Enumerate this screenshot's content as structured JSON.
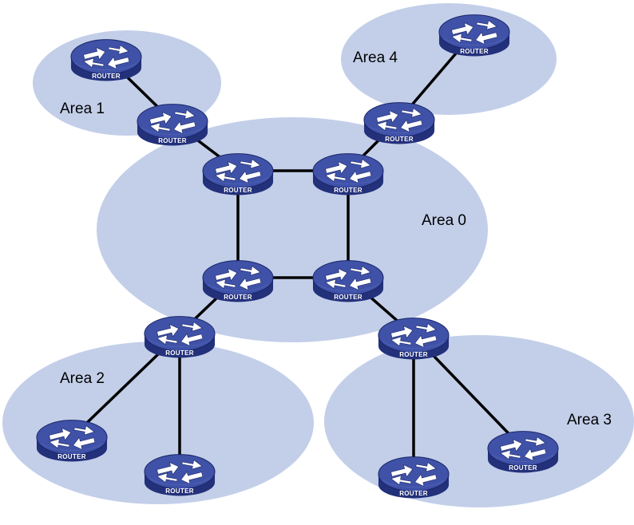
{
  "colors": {
    "area_fill": "#c3cfe9",
    "router_top": "#3f52a8",
    "router_side": "#23307a",
    "router_edge": "#1a2566",
    "arrow": "#ffffff",
    "link": "#000000"
  },
  "router_icon": "router-icon",
  "router_label": "ROUTER",
  "areas": [
    {
      "id": "area-0",
      "label": "Area 0"
    },
    {
      "id": "area-1",
      "label": "Area 1"
    },
    {
      "id": "area-2",
      "label": "Area 2"
    },
    {
      "id": "area-3",
      "label": "Area 3"
    },
    {
      "id": "area-4",
      "label": "Area 4"
    }
  ],
  "routers": [
    {
      "id": "r-area1-internal"
    },
    {
      "id": "r-abr-area1"
    },
    {
      "id": "r-bb-top-left"
    },
    {
      "id": "r-bb-top-right"
    },
    {
      "id": "r-abr-area4"
    },
    {
      "id": "r-area4-internal"
    },
    {
      "id": "r-bb-bottom-left"
    },
    {
      "id": "r-bb-bottom-right"
    },
    {
      "id": "r-abr-area2"
    },
    {
      "id": "r-area2-internal-left"
    },
    {
      "id": "r-area2-internal-bottom"
    },
    {
      "id": "r-abr-area3"
    },
    {
      "id": "r-area3-internal-bottom"
    },
    {
      "id": "r-area3-internal-right"
    }
  ],
  "links": [
    [
      "r-area1-internal",
      "r-abr-area1"
    ],
    [
      "r-abr-area1",
      "r-bb-top-left"
    ],
    [
      "r-bb-top-left",
      "r-bb-top-right"
    ],
    [
      "r-bb-top-right",
      "r-abr-area4"
    ],
    [
      "r-abr-area4",
      "r-area4-internal"
    ],
    [
      "r-bb-top-left",
      "r-bb-bottom-left"
    ],
    [
      "r-bb-top-right",
      "r-bb-bottom-right"
    ],
    [
      "r-bb-bottom-left",
      "r-bb-bottom-right"
    ],
    [
      "r-bb-bottom-left",
      "r-abr-area2"
    ],
    [
      "r-abr-area2",
      "r-area2-internal-left"
    ],
    [
      "r-abr-area2",
      "r-area2-internal-bottom"
    ],
    [
      "r-bb-bottom-right",
      "r-abr-area3"
    ],
    [
      "r-abr-area3",
      "r-area3-internal-bottom"
    ],
    [
      "r-abr-area3",
      "r-area3-internal-right"
    ]
  ]
}
